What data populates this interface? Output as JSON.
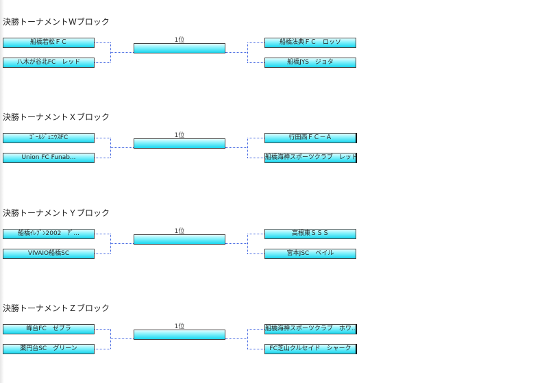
{
  "blocks": [
    {
      "title": "決勝トーナメントWブロック",
      "rank_label": "1位",
      "left_teams": [
        "船橋若松ＦＣ",
        "八木が谷北FC　レッド"
      ],
      "right_teams": [
        "船橋法典ＦＣ　ロッソ",
        "船橋JYS　ジョタ"
      ]
    },
    {
      "title": "決勝トーナメントＸブロック",
      "rank_label": "1位",
      "left_teams": [
        "ｺﾞｰﾙｼﾞｪﾆｳｽFC",
        "Union FC Funab..."
      ],
      "right_teams": [
        "行田西ＦＣ－Ａ",
        "船橋海神スポーツクラブ　レッド"
      ]
    },
    {
      "title": "決勝トーナメントＹブロック",
      "rank_label": "1位",
      "left_teams": [
        "船橋ｲﾚﾌﾞﾝ2002　ｱﾞ...",
        "VIVAIO船橋SC"
      ],
      "right_teams": [
        "高根東ＳＳＳ",
        "宮本JSC　ベイル"
      ]
    },
    {
      "title": "決勝トーナメントＺブロック",
      "rank_label": "1位",
      "left_teams": [
        "峰台FC　ゼブラ",
        "薬円台SC　グリーン"
      ],
      "right_teams": [
        "船橋海神スポーツクラブ　ホワ...",
        "FC芝山クルセイド　シャーク"
      ]
    }
  ]
}
